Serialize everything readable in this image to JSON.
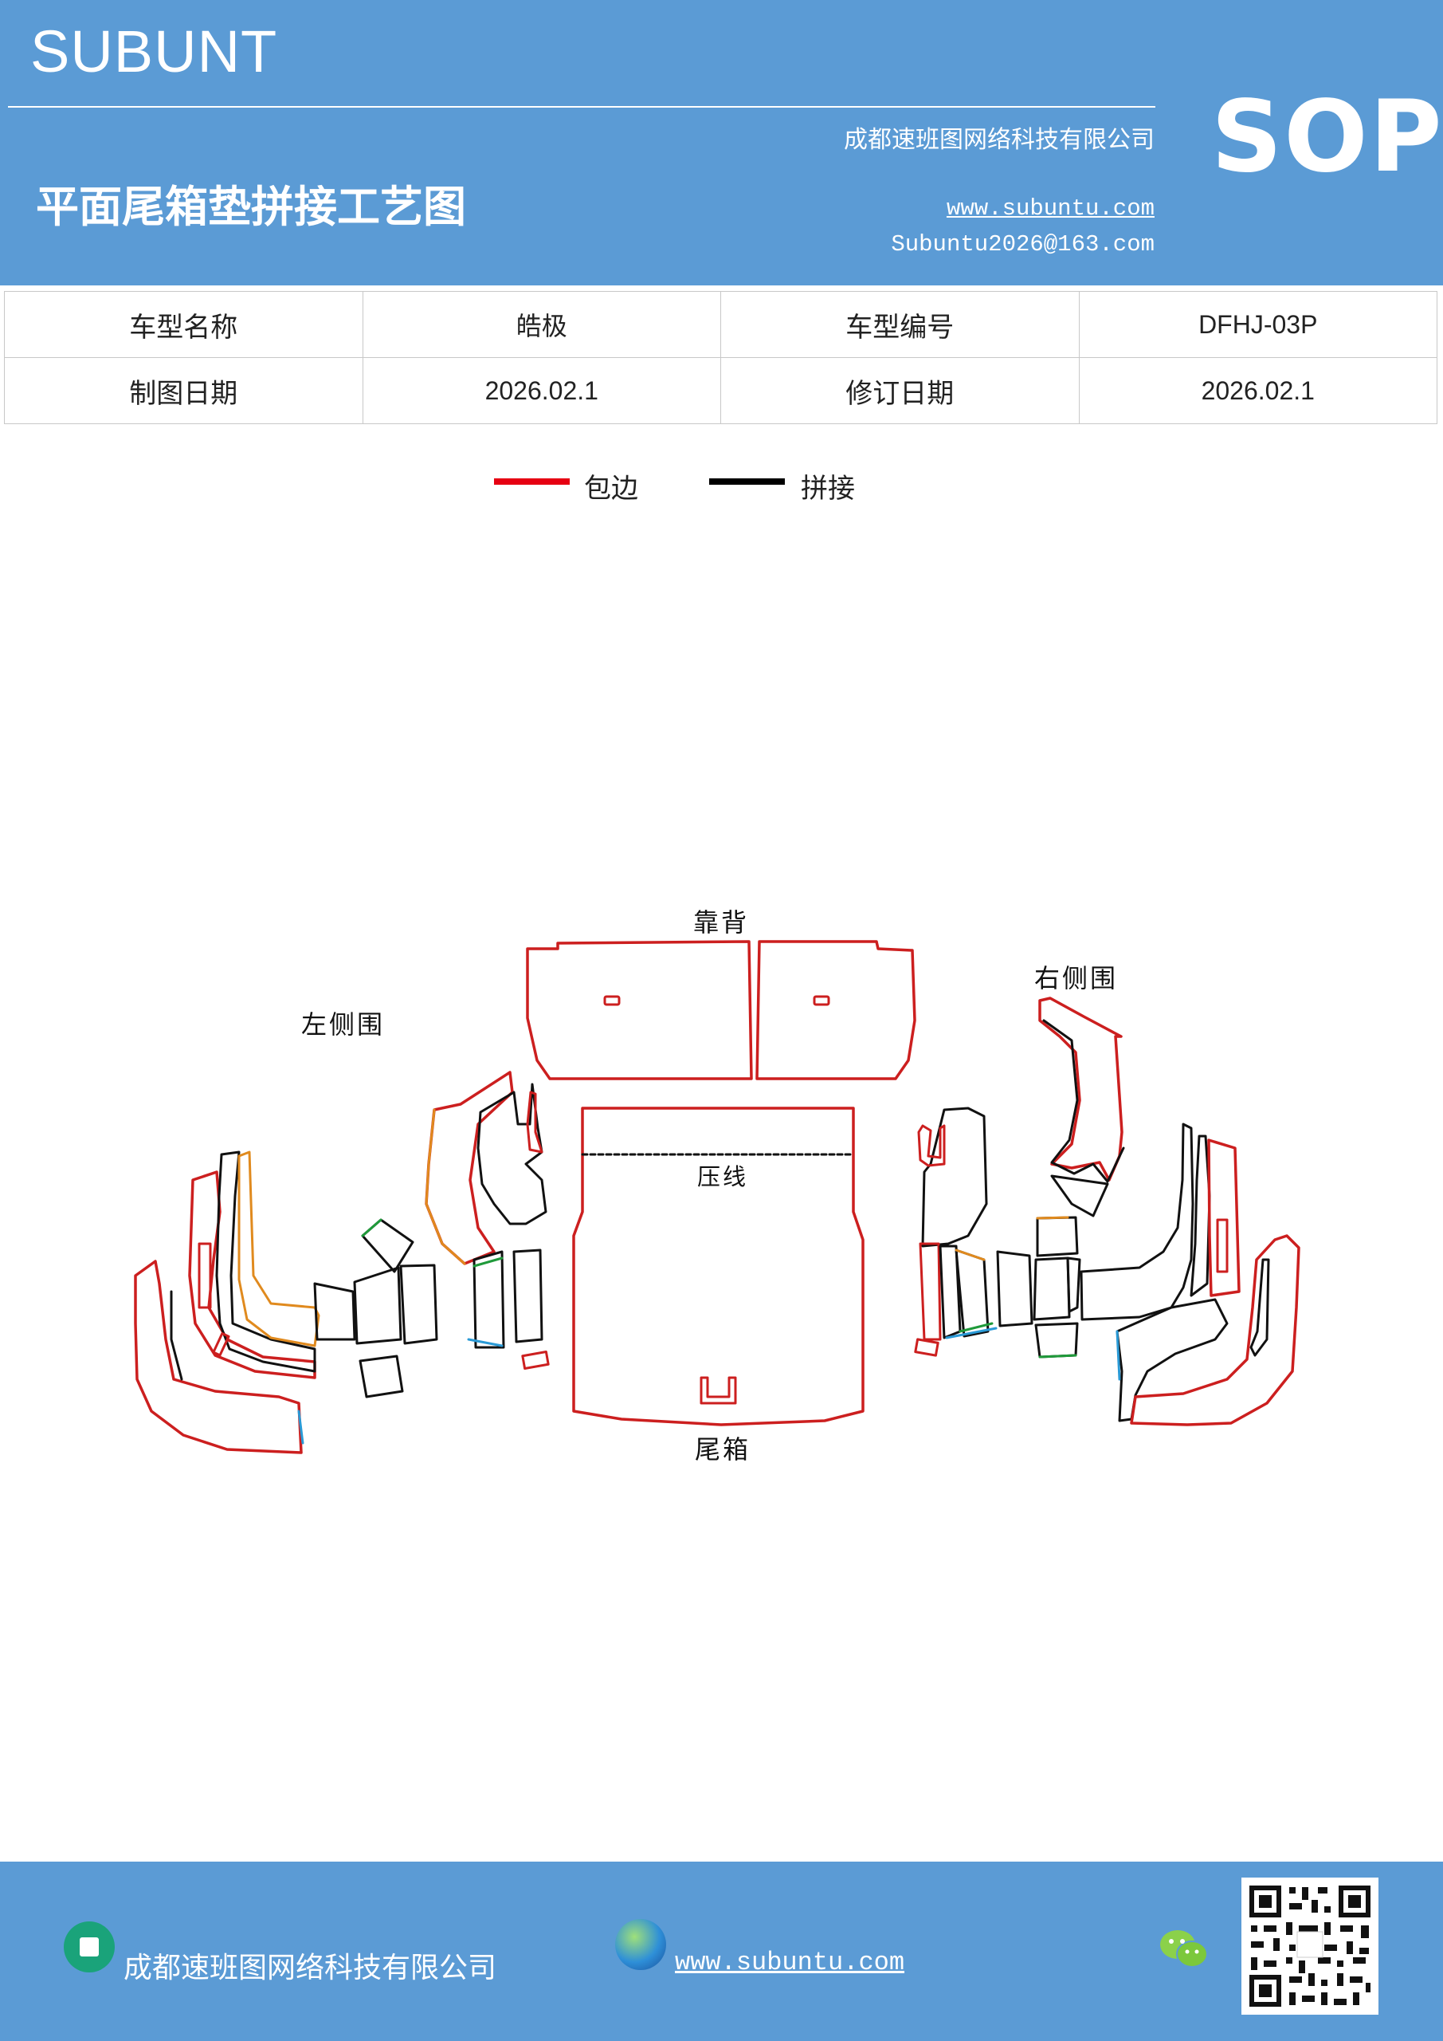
{
  "header": {
    "brand": "SUBUNT",
    "company": "成都速班图网络科技有限公司",
    "title": "平面尾箱垫拼接工艺图",
    "website": "www.subuntu.com",
    "email": "Subuntu2026@163.com",
    "badge": "SOP"
  },
  "info_table": {
    "rows": [
      [
        "车型名称",
        "皓极",
        "车型编号",
        "DFHJ-03P"
      ],
      [
        "制图日期",
        "2026.02.1",
        "修订日期",
        "2026.02.1"
      ]
    ]
  },
  "legend": {
    "items": [
      {
        "label": "包边",
        "color": "#e60012"
      },
      {
        "label": "拼接",
        "color": "#000000"
      }
    ]
  },
  "diagram": {
    "labels": {
      "backrest": "靠背",
      "left_side": "左侧围",
      "right_side": "右侧围",
      "press_line": "压线",
      "trunk": "尾箱"
    },
    "colors": {
      "edge": "#cc1f1f",
      "seam": "#111111",
      "orange": "#e08a1e",
      "green": "#1f9a3a",
      "blue": "#2a9ad6"
    }
  },
  "footer": {
    "company": "成都速班图网络科技有限公司",
    "website": "www.subuntu.com",
    "icons": [
      "building-icon",
      "globe-icon",
      "wechat-icon",
      "qr-code"
    ]
  }
}
